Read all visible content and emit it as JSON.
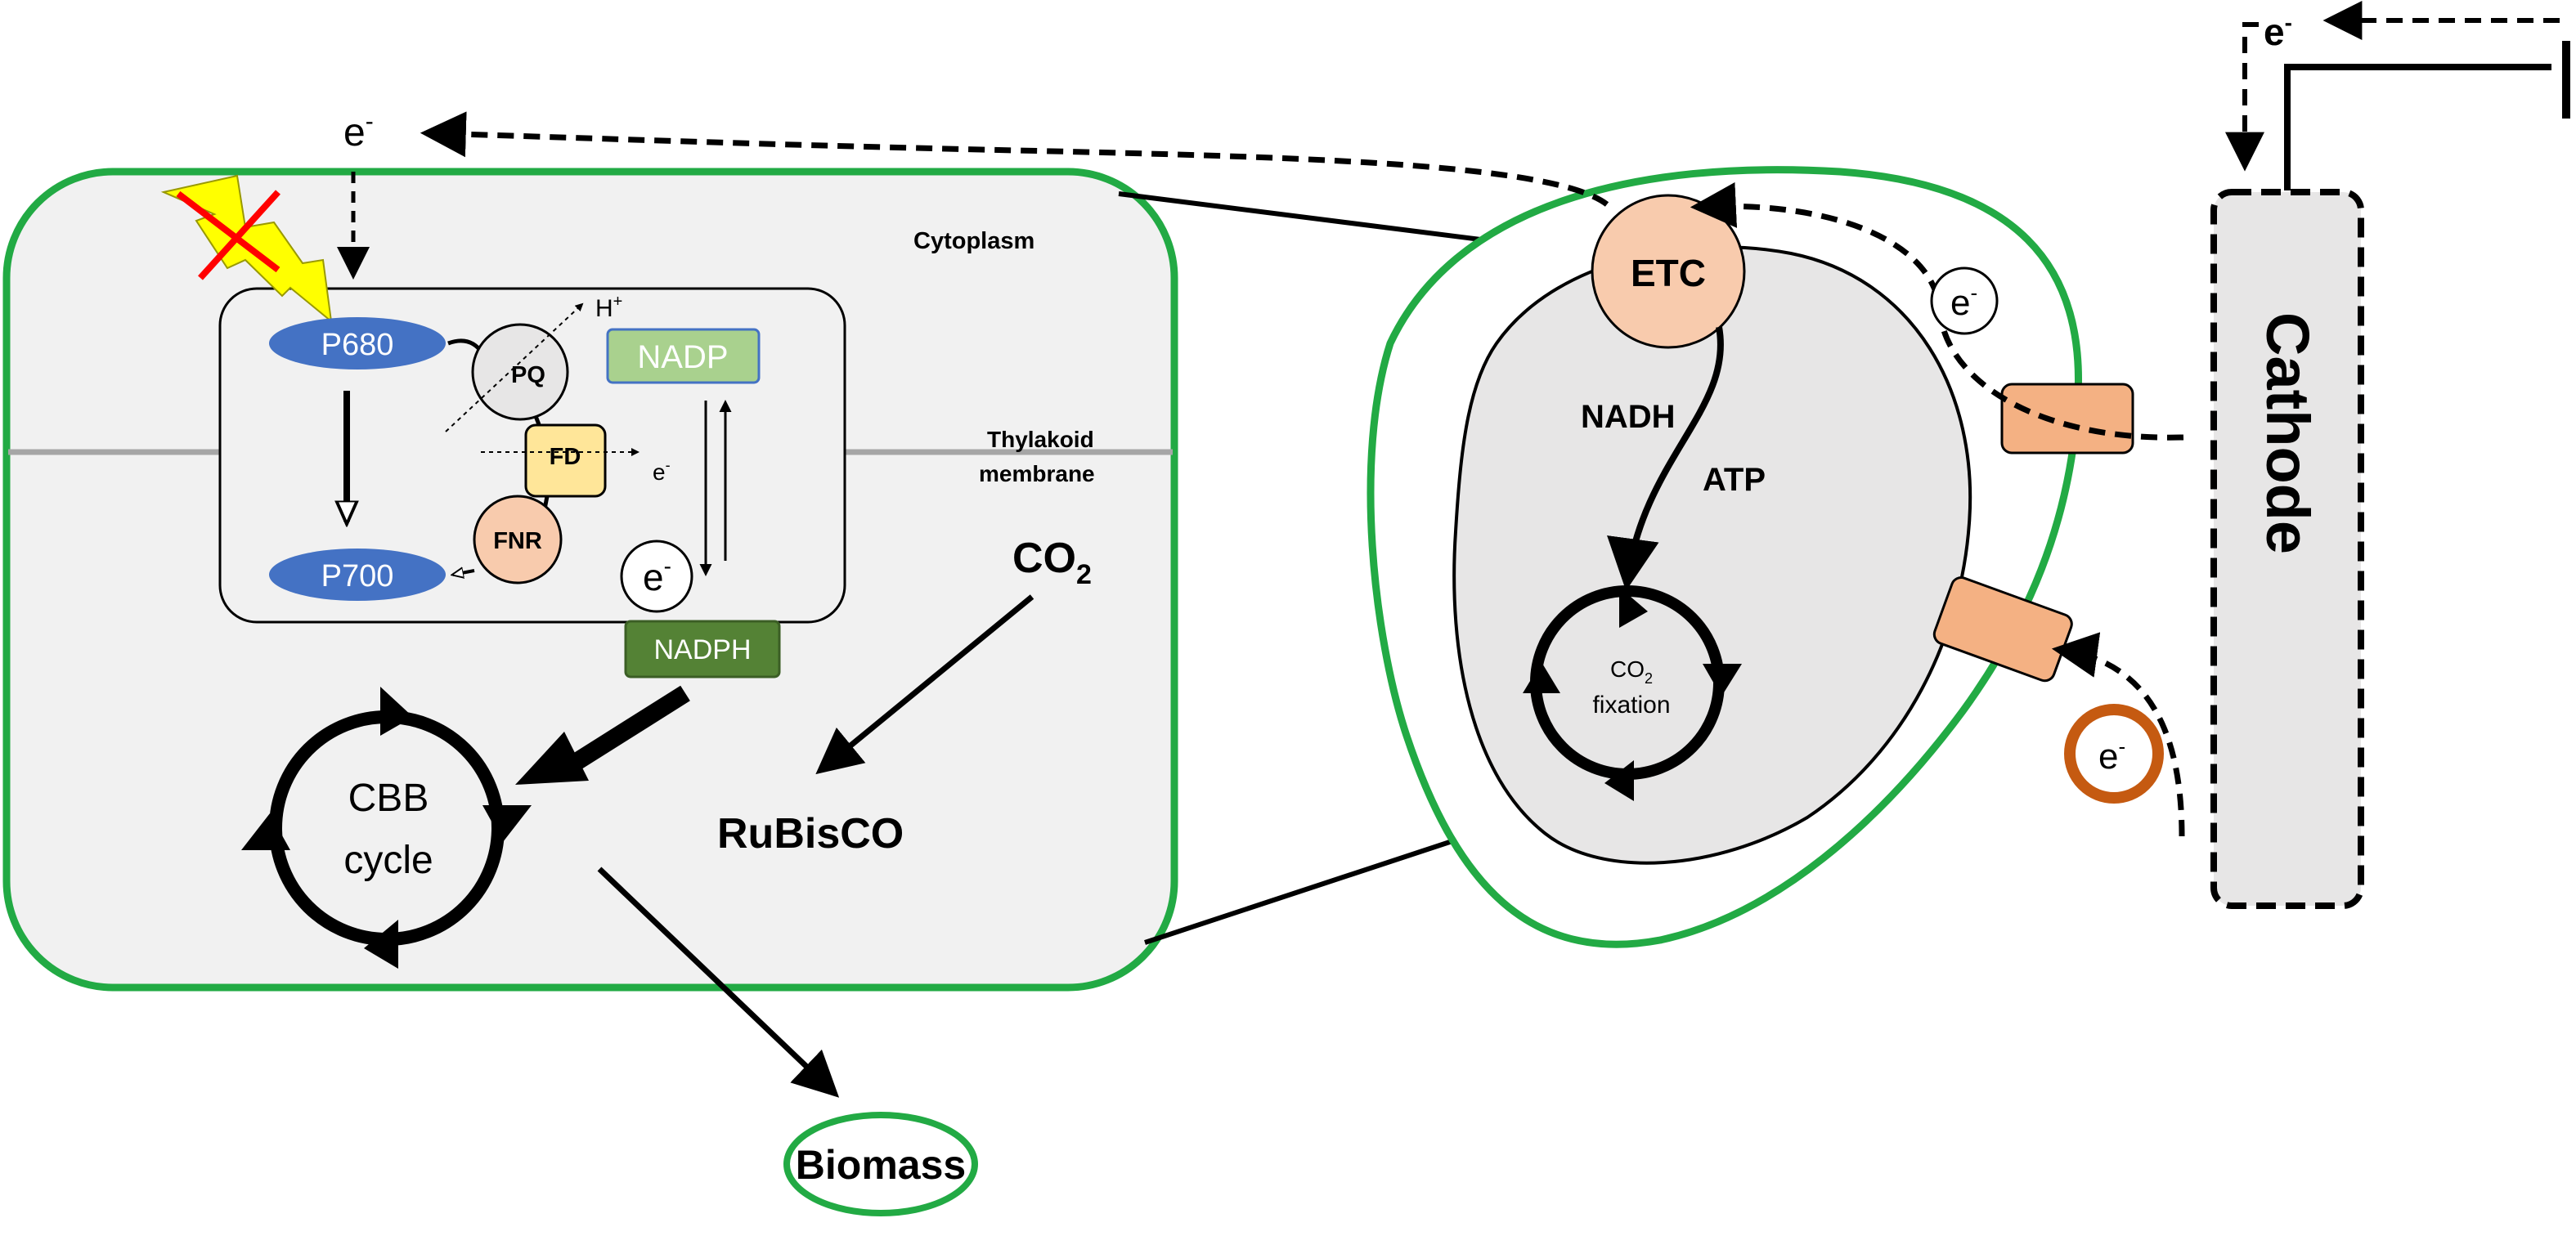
{
  "labels": {
    "cytoplasm": "Cytoplasm",
    "thylakoid_line1": "Thylakoid",
    "thylakoid_line2": "membrane",
    "p680": "P680",
    "p700": "P700",
    "pq": "PQ",
    "fd": "FD",
    "fnr": "FNR",
    "nadp": "NADP",
    "nadph_box": "NADPH",
    "h_plus": "H",
    "h_plus_sup": "+",
    "co2_left": "CO",
    "co2_left_sub": "2",
    "rubisco": "RuBisCO",
    "cbb_line1": "CBB",
    "cbb_line2": "cycle",
    "biomass": "Biomass",
    "etc": "ETC",
    "nadh": "NADH",
    "atp": "ATP",
    "co2_fix": "CO",
    "co2_fix_sub": "2",
    "fixation": "fixation",
    "cathode": "Cathode",
    "electron": "e",
    "electron_sup": "-"
  },
  "colors": {
    "cell_border": "#22aa44",
    "cell_fill": "#f1f1f1",
    "psystem_blue": "#4472c4",
    "nadp_green": "#a9d18e",
    "nadph_green": "#548235",
    "fd_yellow": "#ffe699",
    "fnr_peach": "#f8cbad",
    "pq_gray": "#e7e6e6",
    "lightning": "#ffff00",
    "cross_red": "#ff0000",
    "etc_peach": "#f8cbad",
    "channel_orange": "#f4b183",
    "mediator_ring": "#c55a11",
    "membrane_gray": "#a6a6a6",
    "cathode_fill": "#e7e6e6"
  },
  "icons": [
    "lightning-icon",
    "cross-icon",
    "cycle-arrows-icon"
  ]
}
